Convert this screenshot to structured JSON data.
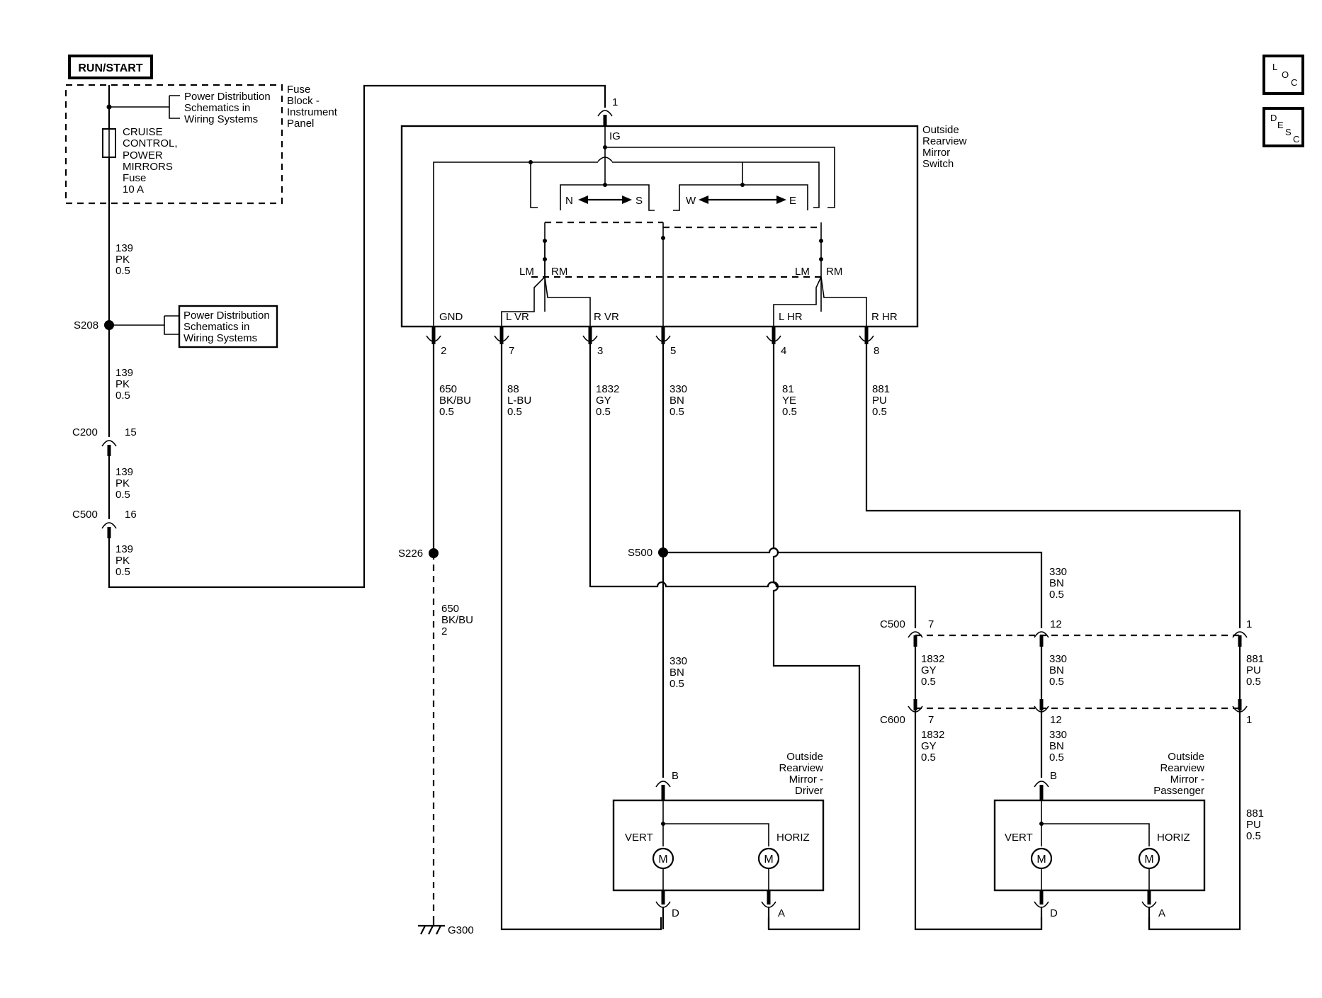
{
  "power": {
    "run_start": "RUN/START",
    "fuse_block_lines": [
      "Fuse",
      "Block -",
      "Instrument",
      "Panel"
    ],
    "pds_ref_lines": [
      "Power Distribution",
      "Schematics in",
      "Wiring  Systems"
    ],
    "fuse_lines": [
      "CRUISE",
      "CONTROL,",
      "POWER",
      "MIRRORS",
      "Fuse",
      "10 A"
    ],
    "pds_box_lines": [
      "Power Distribution",
      "Schematics in",
      "Wiring Systems"
    ]
  },
  "feed": {
    "wire_a": [
      "139",
      "PK",
      "0.5"
    ],
    "wire_b": [
      "139",
      "PK",
      "0.5"
    ],
    "wire_c": [
      "139",
      "PK",
      "0.5"
    ],
    "wire_d": [
      "139",
      "PK",
      "0.5"
    ],
    "splice": "S208",
    "c200": {
      "name": "C200",
      "pin": "15"
    },
    "c500": {
      "name": "C500",
      "pin": "16"
    }
  },
  "switch": {
    "title_lines": [
      "Outside",
      "Rearview",
      "Mirror",
      "Switch"
    ],
    "ig_pin": "1",
    "ig_label": "IG",
    "ns": {
      "left": "N",
      "right": "S"
    },
    "we": {
      "left": "W",
      "right": "E"
    },
    "lm": "LM",
    "rm": "RM",
    "terminals": [
      {
        "label": "GND",
        "pin": "2",
        "wire": [
          "650",
          "BK/BU",
          "0.5"
        ]
      },
      {
        "label": "L VR",
        "pin": "7",
        "wire": [
          "88",
          "L-BU",
          "0.5"
        ]
      },
      {
        "label": "R VR",
        "pin": "3",
        "wire": [
          "1832",
          "GY",
          "0.5"
        ]
      },
      {
        "label": "",
        "pin": "5",
        "wire": [
          "330",
          "BN",
          "0.5"
        ]
      },
      {
        "label": "L HR",
        "pin": "4",
        "wire": [
          "81",
          "YE",
          "0.5"
        ]
      },
      {
        "label": "R HR",
        "pin": "8",
        "wire": [
          "881",
          "PU",
          "0.5"
        ]
      }
    ]
  },
  "ground": {
    "splice": "S226",
    "wire": [
      "650",
      "BK/BU",
      "2"
    ],
    "ground": "G300"
  },
  "bus": {
    "splice": "S500",
    "wire_bn_right": [
      "330",
      "BN",
      "0.5"
    ],
    "wire_bn_driver": [
      "330",
      "BN",
      "0.5"
    ]
  },
  "connectors": {
    "c500": {
      "name": "C500",
      "pins": [
        "7",
        "12",
        "1"
      ]
    },
    "c600": {
      "name": "C600",
      "pins": [
        "7",
        "12",
        "1"
      ]
    },
    "between": [
      [
        "1832",
        "GY",
        "0.5"
      ],
      [
        "330",
        "BN",
        "0.5"
      ],
      [
        "881",
        "PU",
        "0.5"
      ]
    ],
    "below": [
      [
        "1832",
        "GY",
        "0.5"
      ],
      [
        "330",
        "BN",
        "0.5"
      ],
      [
        "881",
        "PU",
        "0.5"
      ]
    ]
  },
  "driver_mirror": {
    "title_lines": [
      "Outside",
      "Rearview",
      "Mirror -",
      "Driver"
    ],
    "pin_b": "B",
    "pin_d": "D",
    "pin_a": "A",
    "vert": "VERT",
    "horiz": "HORIZ",
    "motor": "M"
  },
  "passenger_mirror": {
    "title_lines": [
      "Outside",
      "Rearview",
      "Mirror -",
      "Passenger"
    ],
    "pin_b": "B",
    "pin_d": "D",
    "pin_a": "A",
    "vert": "VERT",
    "horiz": "HORIZ",
    "motor": "M"
  },
  "nav": {
    "loc": [
      "L",
      "O",
      "C"
    ],
    "desc": [
      "D",
      "E",
      "S",
      "C"
    ]
  }
}
